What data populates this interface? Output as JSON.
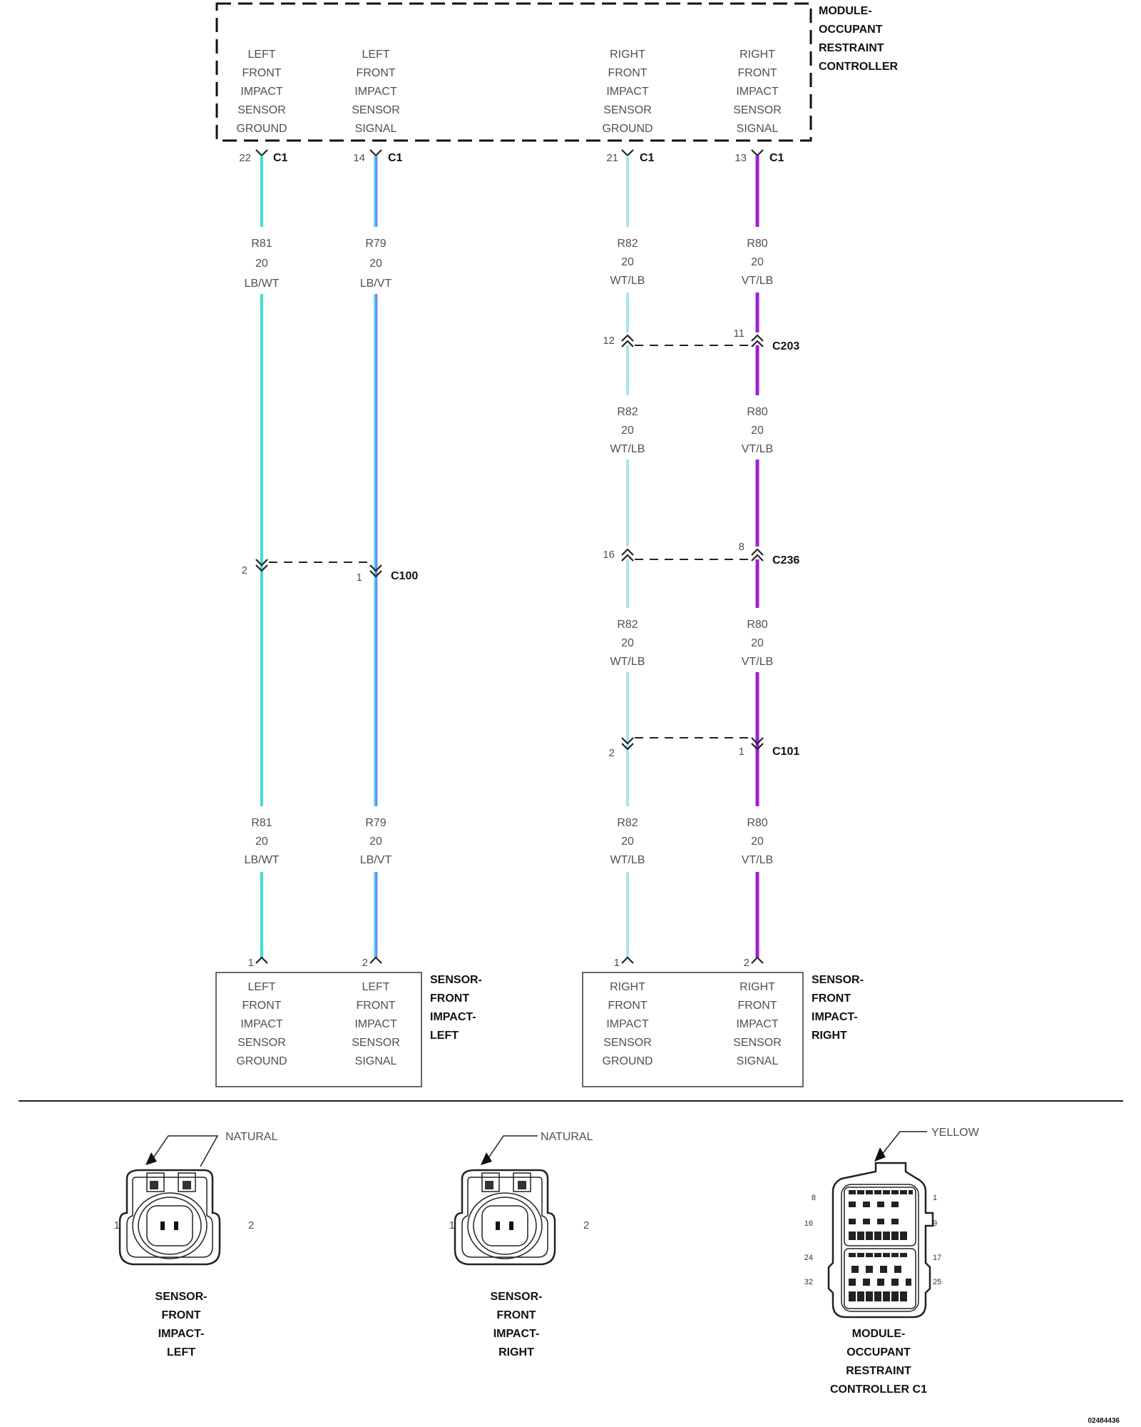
{
  "module": {
    "title": [
      "MODULE-",
      "OCCUPANT",
      "RESTRAINT",
      "CONTROLLER"
    ],
    "pins": [
      {
        "name": [
          "LEFT",
          "FRONT",
          "IMPACT",
          "SENSOR",
          "GROUND"
        ],
        "pin": "22",
        "connector": "C1"
      },
      {
        "name": [
          "LEFT",
          "FRONT",
          "IMPACT",
          "SENSOR",
          "SIGNAL"
        ],
        "pin": "14",
        "connector": "C1"
      },
      {
        "name": [
          "RIGHT",
          "FRONT",
          "IMPACT",
          "SENSOR",
          "GROUND"
        ],
        "pin": "21",
        "connector": "C1"
      },
      {
        "name": [
          "RIGHT",
          "FRONT",
          "IMPACT",
          "SENSOR",
          "SIGNAL"
        ],
        "pin": "13",
        "connector": "C1"
      }
    ]
  },
  "wires": {
    "r81": {
      "circuit": "R81",
      "gauge": "20",
      "color_code": "LB/WT",
      "color": "#40e0d0"
    },
    "r79": {
      "circuit": "R79",
      "gauge": "20",
      "color_code": "LB/VT",
      "color": "#40c8e8",
      "stripe": "#8a7bf0"
    },
    "r82": {
      "circuit": "R82",
      "gauge": "20",
      "color_code": "WT/LB",
      "color": "#a8e6ea"
    },
    "r80": {
      "circuit": "R80",
      "gauge": "20",
      "color_code": "VT/LB",
      "color": "#a020d8"
    }
  },
  "connectors": {
    "c100": {
      "name": "C100",
      "pin_a": "2",
      "pin_b": "1"
    },
    "c203": {
      "name": "C203",
      "pin_a": "12",
      "pin_b": "11"
    },
    "c236": {
      "name": "C236",
      "pin_a": "16",
      "pin_b": "8"
    },
    "c101": {
      "name": "C101",
      "pin_a": "2",
      "pin_b": "1"
    }
  },
  "sensor_left": {
    "title": [
      "SENSOR-",
      "FRONT",
      "IMPACT-",
      "LEFT"
    ],
    "pins": [
      {
        "pin": "1",
        "name": [
          "LEFT",
          "FRONT",
          "IMPACT",
          "SENSOR",
          "GROUND"
        ]
      },
      {
        "pin": "2",
        "name": [
          "LEFT",
          "FRONT",
          "IMPACT",
          "SENSOR",
          "SIGNAL"
        ]
      }
    ]
  },
  "sensor_right": {
    "title": [
      "SENSOR-",
      "FRONT",
      "IMPACT-",
      "RIGHT"
    ],
    "pins": [
      {
        "pin": "1",
        "name": [
          "RIGHT",
          "FRONT",
          "IMPACT",
          "SENSOR",
          "GROUND"
        ]
      },
      {
        "pin": "2",
        "name": [
          "RIGHT",
          "FRONT",
          "IMPACT",
          "SENSOR",
          "SIGNAL"
        ]
      }
    ]
  },
  "connector_views": [
    {
      "color": "NATURAL",
      "pin_left": "1",
      "pin_right": "2",
      "title": [
        "SENSOR-",
        "FRONT",
        "IMPACT-",
        "LEFT"
      ]
    },
    {
      "color": "NATURAL",
      "pin_left": "1",
      "pin_right": "2",
      "title": [
        "SENSOR-",
        "FRONT",
        "IMPACT-",
        "RIGHT"
      ]
    },
    {
      "color": "YELLOW",
      "pins": [
        "8",
        "1",
        "16",
        "9",
        "24",
        "17",
        "32",
        "25"
      ],
      "title": [
        "MODULE-",
        "OCCUPANT",
        "RESTRAINT",
        "CONTROLLER C1"
      ]
    }
  ],
  "figure_id": "02484436"
}
